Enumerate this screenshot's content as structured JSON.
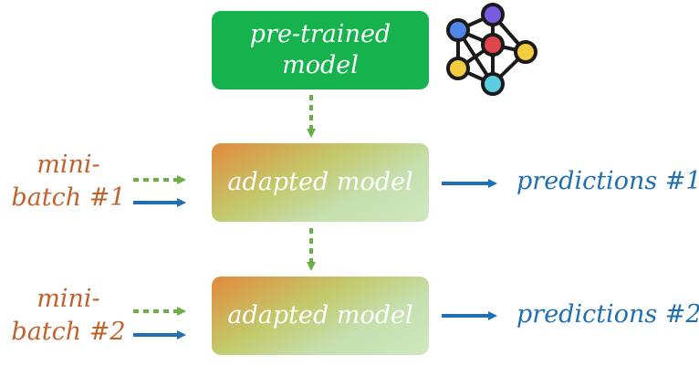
{
  "pretrained_box": {
    "label": "pre-trained\nmodel"
  },
  "adapted_boxes": [
    {
      "label": "adapted model"
    },
    {
      "label": "adapted model"
    }
  ],
  "inputs": [
    {
      "label": "mini-\nbatch #1"
    },
    {
      "label": "mini-\nbatch #2"
    }
  ],
  "outputs": [
    {
      "label": "predictions #1"
    },
    {
      "label": "predictions #2"
    }
  ],
  "colors": {
    "pretrained_fill": "#15b24e",
    "adapted_gradient_start": "#e28a3c",
    "adapted_gradient_end": "#d1e8c0",
    "input_text": "#c0622b",
    "output_text": "#1f6fb2",
    "dotted_arrow": "#6aae45",
    "solid_arrow": "#1f6fb2"
  },
  "icons": {
    "network": "neural-network-icon"
  }
}
